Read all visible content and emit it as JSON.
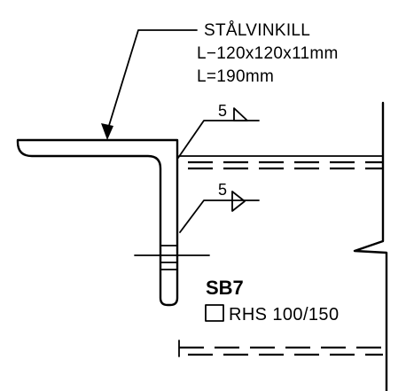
{
  "angle_callout": {
    "line1": "STÅLVINKILL",
    "line2": "L−120x120x11mm",
    "line3": "L=190mm"
  },
  "welds": [
    {
      "size": "5"
    },
    {
      "size": "5"
    }
  ],
  "member": {
    "tag": "SB7",
    "section": "RHS 100/150"
  }
}
